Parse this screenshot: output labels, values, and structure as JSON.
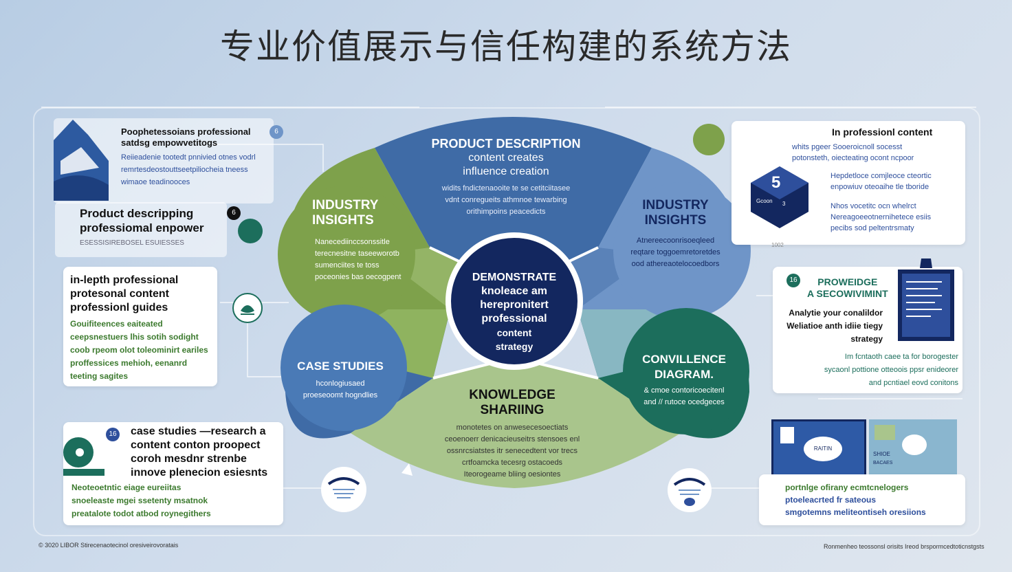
{
  "title": "专业价值展示与信任构建的系统方法",
  "center": {
    "lines": [
      "DEMONSTRATE",
      "knoleace am",
      "herepronitert",
      "professional",
      "content",
      "strategy"
    ]
  },
  "segments": {
    "product": {
      "title": "PRODUCT DESCRIPTION",
      "subtitle_lines": [
        "content creates",
        "influence creation"
      ],
      "body_lines": [
        "widits fndictenaooite te se cetitciitasee",
        "vdnt conregueits athmnoe tewarbing",
        "orithimpoins peacedicts"
      ]
    },
    "insights_left": {
      "title_lines": [
        "INDUSTRY",
        "INSIGHTS"
      ],
      "body_lines": [
        "Nanecediinccsonssitle",
        "terecnesitne taseeworotb",
        "sumenciites te toss",
        "poceonies bas oecogpent"
      ]
    },
    "insights_right": {
      "title_lines": [
        "INDUSTRY",
        "INSIGHTS"
      ],
      "body_lines": [
        "Atnereecoonrisoeqleed",
        "reqtare toggoemretoretdes",
        "ood athereaotelocoedbors"
      ]
    },
    "case": {
      "title": "CASE STUDIES",
      "body_lines": [
        "hconlogiusaed",
        "proeseoomt hogndlies"
      ]
    },
    "knowledge": {
      "title_lines": [
        "KNOWLEDGE",
        "SHARIING"
      ],
      "body_lines": [
        "monotetes on anwesecesoectiats",
        "ceoenoerr denicacieuseitrs stensoes enl",
        "ossnrcsiatstes itr senecedtent vor trecs",
        "crtfoamcka tecesrg ostacoeds",
        "Iteorogeame bliing oesiontes"
      ]
    },
    "convience": {
      "title_lines": [
        "CONVILLENCE",
        "DIAGRAM."
      ],
      "body_lines": [
        "& cmoe contoricoecitenl",
        "and // rutoce ocedgeces"
      ]
    }
  },
  "left_cards": {
    "top": {
      "heading_lines": [
        "Poophetessoians professional",
        "satdsg empowvetitogs"
      ],
      "body_lines": [
        "Reiieadenie tootedt pnnivied otnes vodrl",
        "remrtesdeostouttseetpiliocheia tneess",
        "wimaoe teadinooces"
      ],
      "badge": "6"
    },
    "product": {
      "heading_lines": [
        "Product descripping",
        "professiomal enpower"
      ],
      "sub": "ESESSISIREBOSEL ESUIESSES",
      "badge": "6"
    },
    "depth": {
      "heading_lines": [
        "in-lepth professional",
        "protesonal content",
        "professionl guides"
      ],
      "body_lines": [
        "Gouifiteences eaiteated",
        "ceepsnestuers lhis sotih sodight",
        "coob rpeom olot toleominirt eariles",
        "proffessices mehioh, eenanrd",
        "teeting sagites"
      ]
    },
    "case": {
      "heading_lines": [
        "case studies —research a",
        "content conton proopect",
        "coroh mesdnr strenbe",
        "innove plenecion esiesnts"
      ],
      "body_lines": [
        "Neoteoetntic eiage eureiitas",
        "snoeleaste mgei ssetenty msatnok",
        "preatalote todot atbod roynegithers"
      ],
      "badge": "16"
    }
  },
  "right_cards": {
    "top": {
      "heading": "In professionl content",
      "cube_num": "5",
      "cube_small": "3",
      "cube_label": "Gcoon",
      "cube_year": "1002",
      "body_lines": [
        "whits pgeer Sooeroicnoll socesst",
        "potonsteth, oiecteating ocont ncpoor",
        "Hepdetloce comjleoce cteortic",
        "enpowiuv oteoaihe tle tboride",
        "Nhos vocetitc ocn whelrct",
        "Nereagoeeotnernihetece esiis",
        "pecibs sod peltentrsmaty"
      ]
    },
    "providge": {
      "heading_lines": [
        "PROWEIDGE",
        "A SECOWIVIMINT"
      ],
      "badge": "16",
      "body_lines": [
        "Analytie your conalildor",
        "Weliatioe anth idiie tiegy",
        "strategy"
      ],
      "foot_lines": [
        "Im fcntaoth caee ta for borogester",
        "sycaonl pottione otteoois ppsr enideorer",
        "and pcntiael eovd conitons"
      ]
    },
    "bottom": {
      "screen_left_label": "RAITIN",
      "screen_right_label": "SHIOE",
      "screen_right_small": "BACAES",
      "body_lines": [
        "portnlge ofirany ecmtcnelogers",
        "ptoeleacrted fr sateous",
        "smgotemns meliteontiseh oresiions"
      ]
    }
  },
  "footer": {
    "left": "© 3020 LIBOR Stirecenaotecinol oresiveirovoratais",
    "right": "Ronmenheo teossonsl orisits Ireod brspormcedtoticnstgsts"
  },
  "colors": {
    "navy": "#13275f",
    "blue": "#3f6ba6",
    "blue_light": "#6f95c8",
    "green": "#7ea14b",
    "green_light": "#a9c58c",
    "teal": "#1c6e5c",
    "teal_light": "#88b7c2",
    "text_blue": "#2e4f9c",
    "text_green": "#3c7a2e"
  },
  "icons": {
    "top_left": "mountain-icon",
    "left_mid": "leaf-icon",
    "bottom_left": "person-icon",
    "right_top": "cube-icon",
    "right_mid": "clipboard-icon",
    "bottom_center": "meter-icon"
  }
}
